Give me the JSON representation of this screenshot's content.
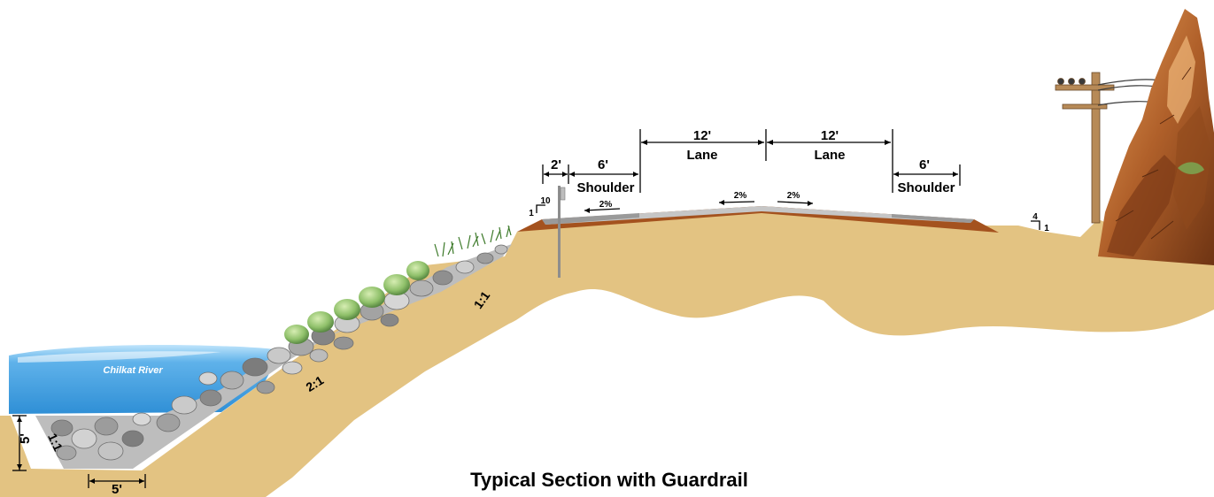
{
  "title": "Typical Section with Guardrail",
  "river_label": "Chilkat River",
  "dimensions": {
    "guardrail_offset": "2'",
    "shoulder_left_width": "6'",
    "shoulder_left_label": "Shoulder",
    "lane_left_width": "12'",
    "lane_left_label": "Lane",
    "lane_right_width": "12'",
    "lane_right_label": "Lane",
    "shoulder_right_width": "6'",
    "shoulder_right_label": "Shoulder",
    "ditch_depth": "5'",
    "ditch_bottom_width": "5'"
  },
  "cross_slopes": {
    "shoulder_left": "2%",
    "lane_left": "2%",
    "lane_right": "2%"
  },
  "slope_ratios": {
    "embankment_upper": "1:1",
    "embankment_lower": "2:1",
    "ditch_side": "1:1",
    "fill_edge_run": "10",
    "fill_edge_rise": "1",
    "cut_slope_run": "4",
    "cut_slope_rise": "1"
  },
  "colors": {
    "sky": "#ffffff",
    "soil": "#e3c382",
    "water": "#4aa2df",
    "pavement": "#b5b5b5",
    "base_course": "#a4521e",
    "riprap": "#9a9a9a",
    "rock": "#b76a2a"
  }
}
